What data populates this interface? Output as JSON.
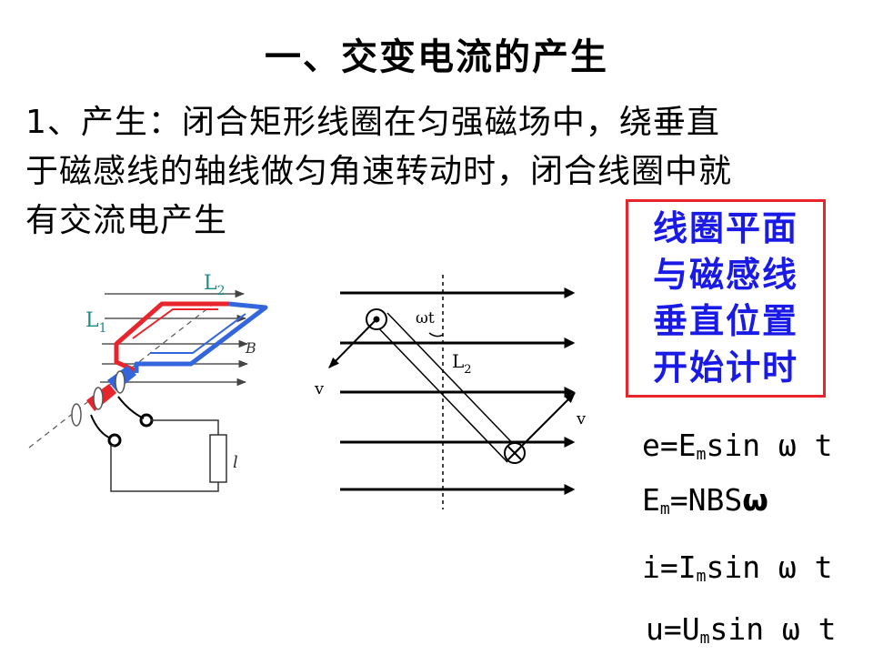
{
  "title": "一、交变电流的产生",
  "paragraph": {
    "line1": "1、产生：闭合矩形线圈在匀强磁场中，绕垂直",
    "line2": "于磁感线的轴线做匀角速转动时，闭合线圈中就",
    "line3": "有交流电产生"
  },
  "note_box": {
    "lines": [
      "线圈平面",
      "与磁感线",
      "垂直位置",
      "开始计时"
    ],
    "text_color": "#1a1ae6",
    "border_color": "#e8242c"
  },
  "diagram_left": {
    "label_L1": "L",
    "label_L1_sub": "1",
    "label_L2": "L",
    "label_L2_sub": "2",
    "label_B": "B",
    "label_resistor": "l",
    "coil_color_red": "#e8242c",
    "coil_color_blue": "#3366dd"
  },
  "diagram_middle": {
    "label_angle": "ωt",
    "label_L2": "L",
    "label_L2_sub": "2",
    "label_v_left": "v",
    "label_v_right": "v"
  },
  "formulas": {
    "e": {
      "lhs": "e=E",
      "sub": "m",
      "rhs": "sin ω t"
    },
    "Em": {
      "lhs": "E",
      "sub": "m",
      "rhs": "=NBS",
      "bold": "ω"
    },
    "i": {
      "lhs": "i=I",
      "sub": "m",
      "rhs": "sin ω t"
    },
    "u": {
      "lhs": "u=U",
      "sub": "m",
      "rhs": "sin ω t"
    }
  }
}
